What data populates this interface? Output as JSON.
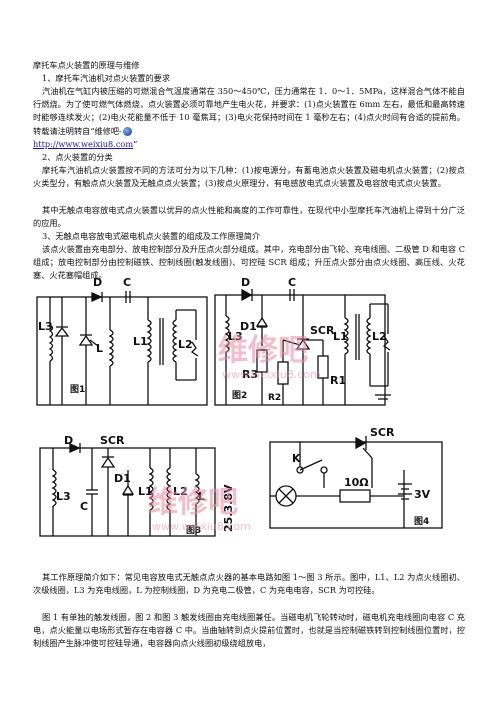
{
  "doc": {
    "title": "摩托车点火装置的原理与维修",
    "s1_heading": "1、摩托车汽油机对点火装置的要求",
    "s1_para": "汽油机在气缸内被压缩的可燃混合气温度通常在 350～450℃，压力通常在 1．0～1．5MPa，这样混合气体不能自行燃烧。为了使可燃气体燃烧，点火装置必须可靠地产生电火花，并要求：(1)点火装置在 6mm 左右，最低和最高转速时能够连续发火；(2)电火花能量不低于 10 毫焦耳；(3)电火花保持时间在 1 毫秒左右；(4)点火时间有合适的提前角。转载请注明转自“维修吧-",
    "s1_link": "http://www.weixiu8.com",
    "s1_link_end": "”",
    "s2_heading": "2、点火装置的分类",
    "s2_para1": "摩托车汽油机点火装置按不同的方法可分为以下几种：(1)按电源分，有蓄电池点火装置及磁电机点火装置；(2)按点火类型分，有触点点火装置及无触点点火装置；(3)按点火原理分，有电感放电式点火装置及电容放电式点火装置。",
    "s2_para2": "其中无触点电容放电式点火装置以优异的点火性能和高度的工作可靠性，在现代中小型摩托车汽油机上得到十分广泛的应用。",
    "s3_heading": "3、无触点电容放电式磁电机点火装置的组成及工作原理简介",
    "s3_para": "该点火装置由充电部分、放电控制部分及升压点火部分组成。其中，充电部分由飞轮、充电线圈、二极管 D 和电容 C 组成；放电控制部分由控制磁铁、控制线圈(触发线圈)、可控硅 SCR 组成；升压点火部分由点火线圈、高压线、火花塞、火花塞帽组成。",
    "p4": "其工作原理简介如下：常见电容放电式无触点点火器的基本电路如图 1～图 3 所示。图中，L1、L2 为点火线圈初、次级线圈，L3 为充电线圈，L 为控制线圈，D 为充电二极管，C 为充电电容，SCR 为可控硅。",
    "p5": "图 1 有单独的触发线圈，图 2 和图 3 触发线圈由充电线圈兼任。当磁电机飞轮转动时，磁电机充电线圈向电容 C 充电，点火能量以电场形式暂存在电容器 C 中。当曲轴转到点火提前位置时，也就是当控制磁铁转到控制线圈位置时，控制线圈产生脉冲使可控硅导通，电容器向点火线圈初级绕组放电，"
  },
  "figures": {
    "watermark_main": "维修吧",
    "watermark_url": "www.weixiu8.com",
    "fig1": {
      "caption": "图1",
      "labels": [
        "L3",
        "D",
        "C",
        "L",
        "L1",
        "L2"
      ]
    },
    "fig2": {
      "caption": "图2",
      "labels": [
        "D",
        "C",
        "L3",
        "D1",
        "SCR",
        "L1",
        "L2",
        "R3",
        "R2",
        "R1"
      ]
    },
    "fig3": {
      "caption": "图3",
      "labels": [
        "SCR",
        "D",
        "D1",
        "L3",
        "C",
        "L1",
        "L2",
        "L",
        "25.3.8V"
      ]
    },
    "fig4": {
      "caption": "图4",
      "labels": [
        "SCR",
        "K",
        "10Ω",
        "3V"
      ]
    }
  }
}
